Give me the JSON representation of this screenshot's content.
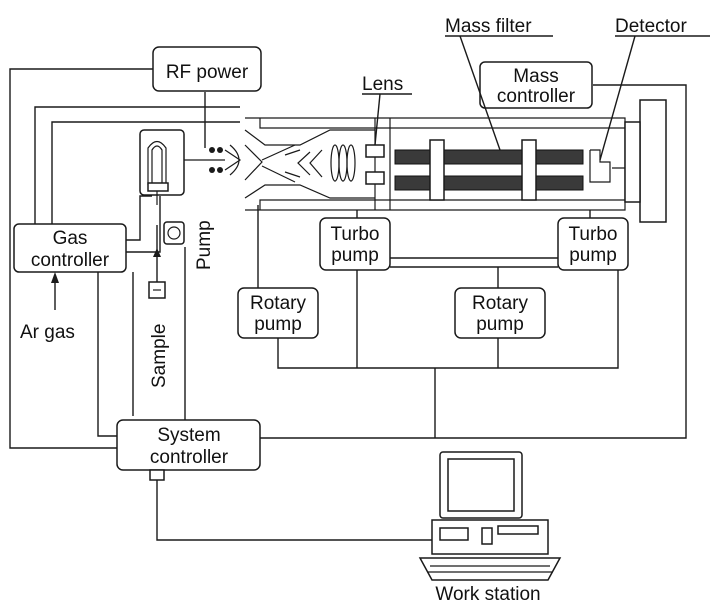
{
  "diagram": {
    "labels": {
      "rf_power": "RF power",
      "mass_filter": "Mass filter",
      "detector": "Detector",
      "lens": "Lens",
      "mass_controller_1": "Mass",
      "mass_controller_2": "controller",
      "gas_controller_1": "Gas",
      "gas_controller_2": "controller",
      "pump": "Pump",
      "turbo_pump_1": "Turbo",
      "turbo_pump_word": "pump",
      "rotary_pump_1": "Rotary",
      "rotary_pump_word": "pump",
      "ar_gas": "Ar gas",
      "sample": "Sample",
      "system_controller_1": "System",
      "system_controller_2": "controller",
      "work_station": "Work station"
    }
  }
}
